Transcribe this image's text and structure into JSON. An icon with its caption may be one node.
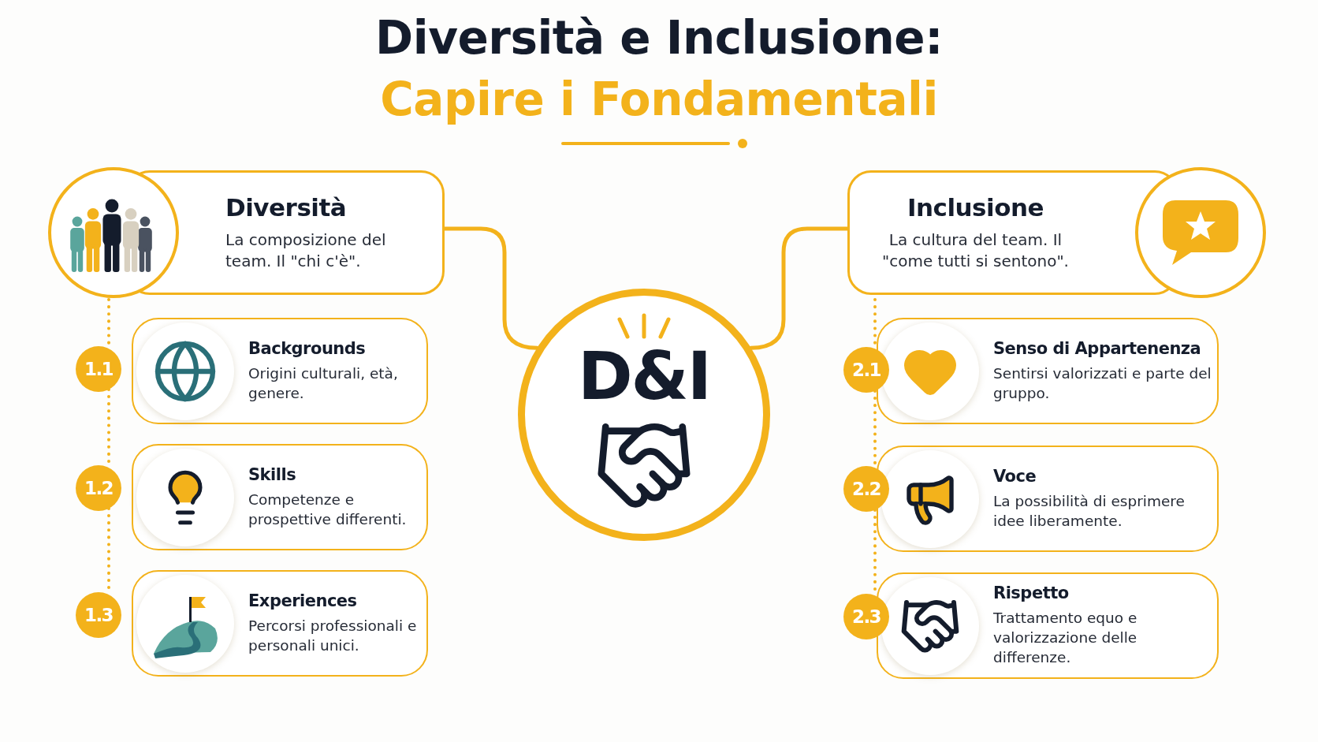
{
  "diagram": {
    "title": "Diversità e Inclusione:",
    "nodes": [
      {
        "text": [
          "Diversità",
          "La composizione del team. Il \"chi c'è\"."
        ]
      },
      {
        "text": [
          "Inclusione",
          "La cultura del team. Il \"come tutti si sentono\"."
        ]
      },
      {
        "text": [
          "D&I"
        ]
      },
      {
        "text": [
          "1.1"
        ]
      },
      {
        "text": [
          "Backgrounds",
          "Origini culturali, età, genere."
        ]
      },
      {
        "text": [
          "1.2"
        ]
      },
      {
        "text": [
          "Skills",
          "Competenze e prospettive differenti."
        ]
      },
      {
        "text": [
          "1.3"
        ]
      },
      {
        "text": [
          "Experiences",
          "Percorsi professionali e personali unici."
        ]
      },
      {
        "text": [
          "2.1"
        ]
      },
      {
        "text": [
          "Senso di Appartenenza",
          "Sentirsi valorizzati e parte del gruppo."
        ]
      },
      {
        "text": [
          "2.2"
        ]
      },
      {
        "text": [
          "Voce",
          "La possibilità di esprimere idee liberamente."
        ]
      },
      {
        "text": [
          "2.3"
        ]
      },
      {
        "text": [
          "Rispetto",
          "Trattamento equo e valorizzazione delle differenze."
        ]
      }
    ],
    "edges": [
      {
        "from": 0,
        "to": 2,
        "arrow": "none"
      },
      {
        "from": 1,
        "to": 2,
        "arrow": "none"
      },
      {
        "from": 0,
        "to": 3,
        "arrow": "none",
        "style": "dashed"
      },
      {
        "from": 3,
        "to": 5,
        "arrow": "none",
        "style": "dashed"
      },
      {
        "from": 5,
        "to": 7,
        "arrow": "none",
        "style": "dashed"
      },
      {
        "from": 1,
        "to": 9,
        "arrow": "none",
        "style": "dashed"
      },
      {
        "from": 9,
        "to": 11,
        "arrow": "none",
        "style": "dashed"
      },
      {
        "from": 11,
        "to": 13,
        "arrow": "none",
        "style": "dashed"
      }
    ],
    "labels": [
      "Capire i Fondamentali"
    ]
  }
}
